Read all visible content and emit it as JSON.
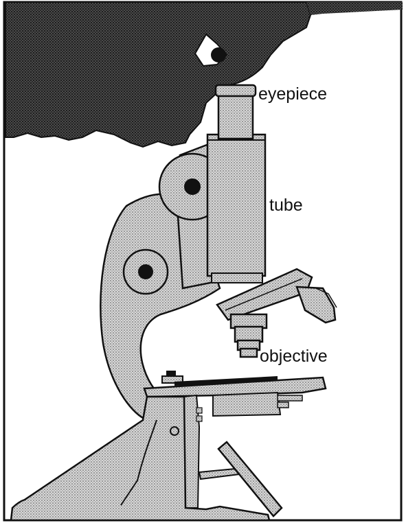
{
  "labels": {
    "eyepiece": "eyepiece",
    "tube": "tube",
    "objective": "objective"
  },
  "colors": {
    "ink": "#111111",
    "paper": "#ffffff",
    "dark_tone": "#3a3a3a",
    "light_tone": "#bdbdbd"
  }
}
